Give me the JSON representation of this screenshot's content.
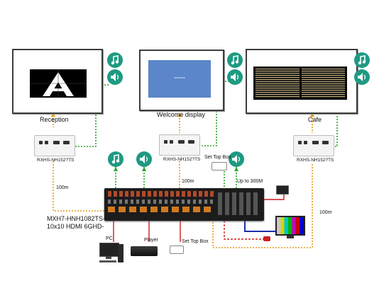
{
  "labels": {
    "reception": "Reception",
    "welcome": "Welcome display",
    "cafe": "Cafe",
    "rx_left": "RXHS-NH152?TS",
    "rx_mid": "RXHS-NH152?TS",
    "rx_right": "RXHS-NH152?TS",
    "dist_left": "100m",
    "dist_mid": "100m",
    "dist_right": "100m",
    "stb_top": "Set Top Box",
    "stb_bottom": "Set Top Box",
    "up_to": "Up to 300M",
    "model_line1": "MXH7-HNH1082TS-",
    "model_line2": "10x10 HDMI 6GHD-",
    "pc": "PC",
    "player": "Player",
    "welcome_screen_text": "welcome"
  },
  "icons": [
    "music-note-icon",
    "speaker-icon",
    "tv-icon",
    "pc-icon",
    "player-icon",
    "set-top-box-icon",
    "tablet-icon",
    "ir-icon"
  ],
  "colors": {
    "green_line": "#27a52a",
    "orange_line": "#e49a1a",
    "red_line": "#d21a1a",
    "blue_line": "#1a2fa8",
    "teal_icon": "#1e9a82"
  }
}
